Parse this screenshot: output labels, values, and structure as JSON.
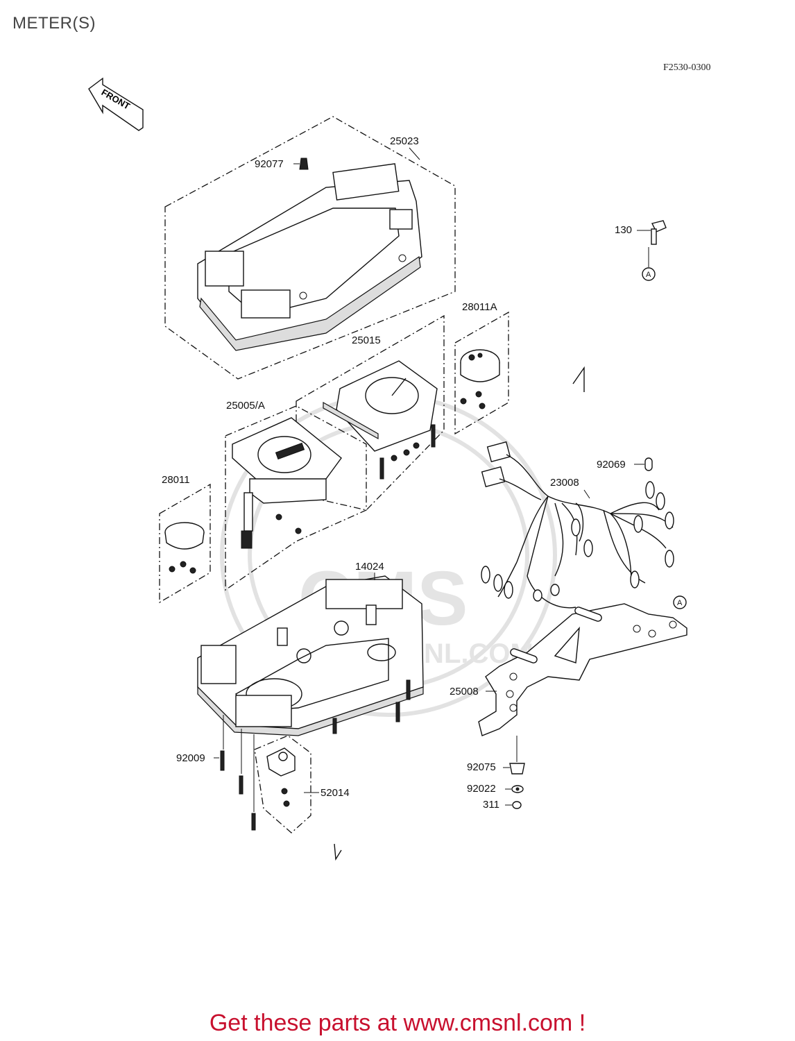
{
  "page": {
    "title": "METER(S)",
    "figure_code": "F2530-0300"
  },
  "diagram": {
    "front_arrow_text": "FRONT",
    "ref_marker": "A",
    "parts": [
      {
        "id": "p-25023",
        "label": "25023"
      },
      {
        "id": "p-92077",
        "label": "92077"
      },
      {
        "id": "p-130",
        "label": "130"
      },
      {
        "id": "p-28011a",
        "label": "28011A"
      },
      {
        "id": "p-25015",
        "label": "25015"
      },
      {
        "id": "p-25005a",
        "label": "25005/A"
      },
      {
        "id": "p-28011",
        "label": "28011"
      },
      {
        "id": "p-92069",
        "label": "92069"
      },
      {
        "id": "p-23008",
        "label": "23008"
      },
      {
        "id": "p-14024",
        "label": "14024"
      },
      {
        "id": "p-25008",
        "label": "25008"
      },
      {
        "id": "p-92009",
        "label": "92009"
      },
      {
        "id": "p-52014",
        "label": "52014"
      },
      {
        "id": "p-92075",
        "label": "92075"
      },
      {
        "id": "p-92022",
        "label": "92022"
      },
      {
        "id": "p-311",
        "label": "311"
      }
    ]
  },
  "watermark": {
    "text": "CMS",
    "subtext": "WWW.CMSNL.COM"
  },
  "footer": {
    "text": "Get these parts at www.cmsnl.com !"
  },
  "colors": {
    "footer": "#c8102e",
    "lines": "#111111",
    "watermark": "#e2e2e2"
  }
}
